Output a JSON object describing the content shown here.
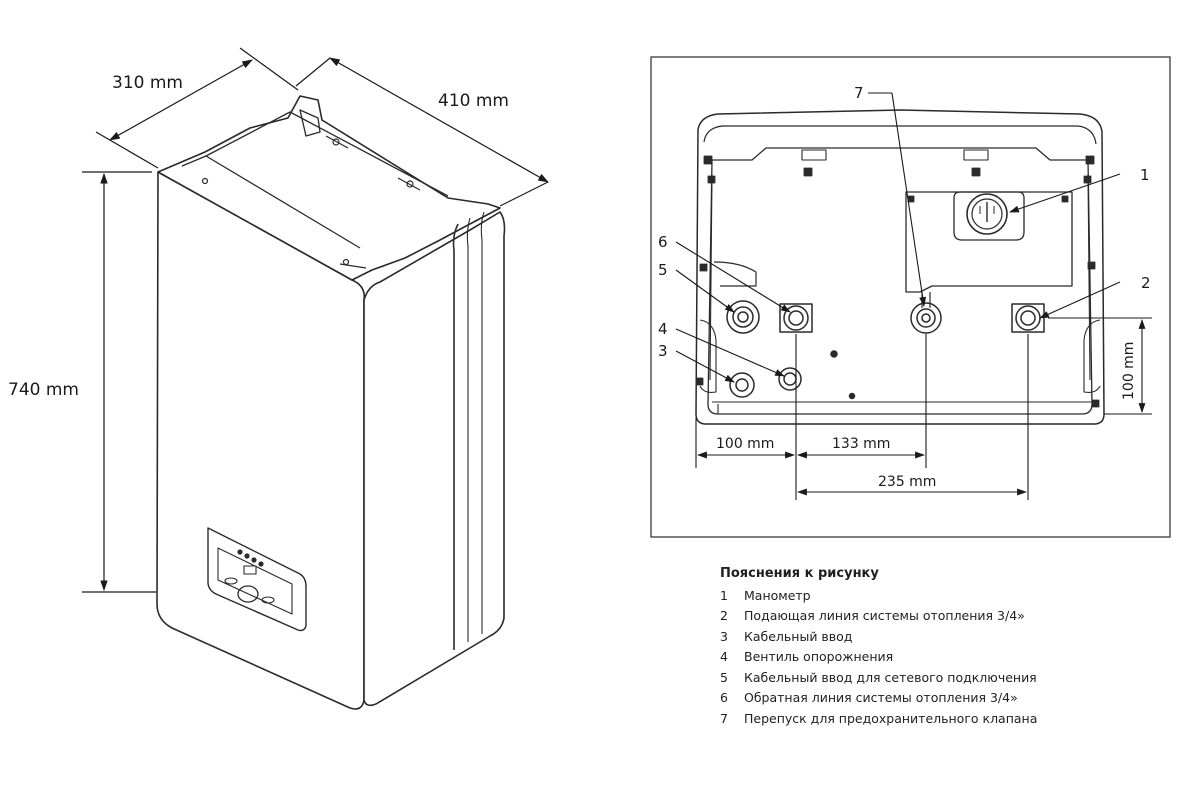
{
  "left_view": {
    "dim_depth": "310 mm",
    "dim_width": "410 mm",
    "dim_height": "740 mm"
  },
  "front_view": {
    "dim_a": "100 mm",
    "dim_b": "133 mm",
    "dim_c": "235 mm",
    "dim_v": "100 mm",
    "callouts": [
      "1",
      "2",
      "3",
      "4",
      "5",
      "6",
      "7"
    ]
  },
  "legend": {
    "title": "Пояснения к рисунку",
    "items": [
      {
        "num": "1",
        "text": "Манометр"
      },
      {
        "num": "2",
        "text": "Подающая линия системы отопления 3/4»"
      },
      {
        "num": "3",
        "text": "Кабельный ввод"
      },
      {
        "num": "4",
        "text": "Вентиль опорожнения"
      },
      {
        "num": "5",
        "text": "Кабельный ввод для сетевого подключения"
      },
      {
        "num": "6",
        "text": "Обратная линия системы отопления 3/4»"
      },
      {
        "num": "7",
        "text": "Перепуск для предохранительного клапана"
      }
    ]
  },
  "colors": {
    "line": "#2a2a2a",
    "frame": "#3a3a3a"
  }
}
